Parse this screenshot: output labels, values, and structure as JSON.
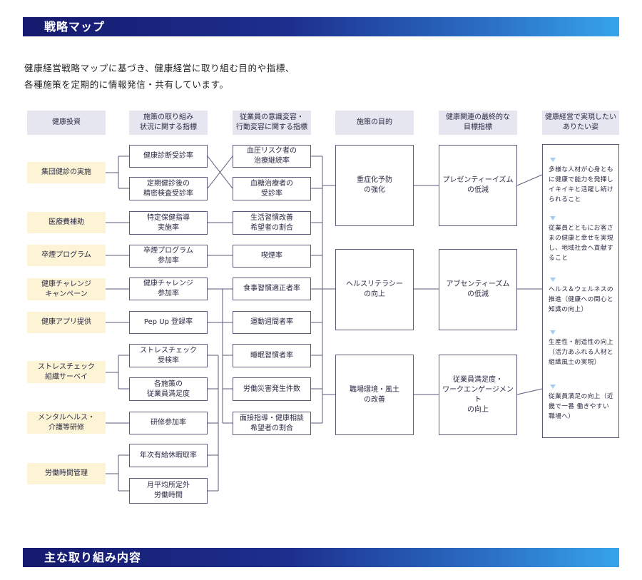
{
  "sections": {
    "strategy_map_title": "戦略マップ",
    "main_activities_title": "主な取り組み内容"
  },
  "intro": {
    "line1": "健康経営戦略マップに基づき、健康経営に取り組む目的や指標、",
    "line2": "各種施策を定期的に情報発信・共有しています。"
  },
  "columns": [
    "健康投資",
    "施策の取り組み\n状況に関する指標",
    "従業員の意識変容・\n行動変容に関する指標",
    "施策の目的",
    "健康関連の最終的な\n目標指標",
    "健康経営で実現したい\nありたい姿"
  ],
  "investments": [
    "集団健診の実施",
    "医療費補助",
    "卒煙プログラム",
    "健康チャレンジ\nキャンペーン",
    "健康アプリ提供",
    "ストレスチェック\n組織サーベイ",
    "メンタルヘルス・\n介護等研修",
    "労働時間管理"
  ],
  "initiative_indicators": [
    "健康診断受診率",
    "定期健診後の\n精密検査受診率",
    "特定保健指導\n実施率",
    "卒煙プログラム\n参加率",
    "健康チャレンジ\n参加率",
    "Pep Up 登録率",
    "ストレスチェック\n受検率",
    "各施策の\n従業員満足度",
    "研修参加率",
    "年次有給休暇取率",
    "月平均所定外\n労働時間"
  ],
  "behavior_indicators": [
    "血圧リスク者の\n治療継続率",
    "血糖治療者の\n受診率",
    "生活習慣改善\n希望者の割合",
    "喫煙率",
    "食事習慣適正者率",
    "運動週間者率",
    "睡眠習慣者率",
    "労働災害発生件数",
    "面接指導・健康相談\n希望者の割合"
  ],
  "purposes": [
    "重症化予防\nの強化",
    "ヘルスリテラシー\nの向上",
    "職場環境・風土\nの改善"
  ],
  "final_indicators": [
    "プレゼンティーイズム\nの低減",
    "アブセンティーズム\nの低減",
    "従業員満足度・\nワークエンゲージメント\nの向上"
  ],
  "ideal_state": [
    "多様な人材が心身ともに健康で能力を発揮しイキイキと活躍し続けられること",
    "従業員とともにお客さまの健康と幸せを実現し、地域社会へ貢献すること",
    "ヘルス＆ウェルネスの推進（健康への関心と知識の向上）",
    "生産性・創造性の向上（活力あふれる人材と 組織風土の実現）",
    "従業員満足の向上（近畿で一番 働きやすい職場へ）"
  ],
  "colors": {
    "banner_start": "#161a6e",
    "banner_end": "#36a4ea",
    "header_bg": "#e6e6f1",
    "investment_bg": "#fdf4d6",
    "border": "#5a5a7a",
    "marker": "#a9cdf0"
  },
  "icons": [
    "triangle-down-icon"
  ]
}
